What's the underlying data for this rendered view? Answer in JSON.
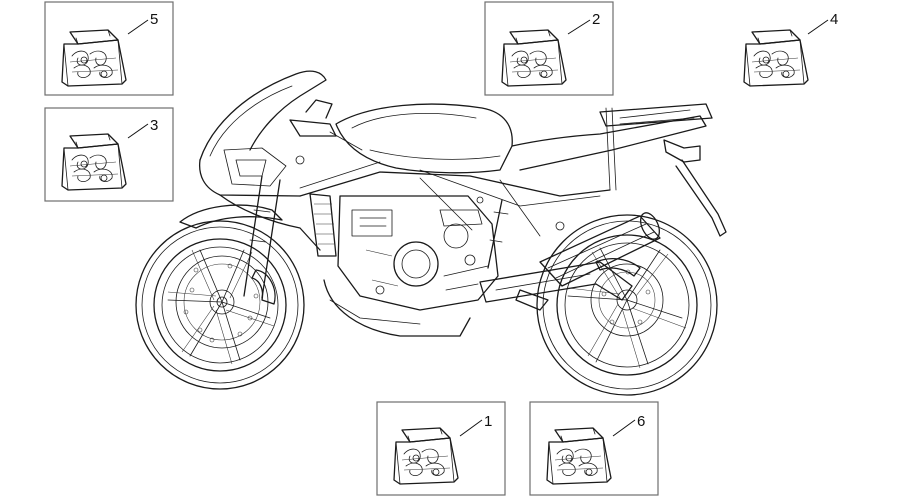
{
  "callouts": [
    {
      "id": "1",
      "label": "1"
    },
    {
      "id": "2",
      "label": "2"
    },
    {
      "id": "3",
      "label": "3"
    },
    {
      "id": "4",
      "label": "4"
    },
    {
      "id": "5",
      "label": "5"
    },
    {
      "id": "6",
      "label": "6"
    }
  ],
  "icons": {
    "kit": "decal-kit-bag-icon",
    "motorcycle": "motorcycle-icon"
  },
  "colors": {
    "line": "#1a1a1a",
    "box_border": "#6e6e6e",
    "background": "#ffffff"
  }
}
